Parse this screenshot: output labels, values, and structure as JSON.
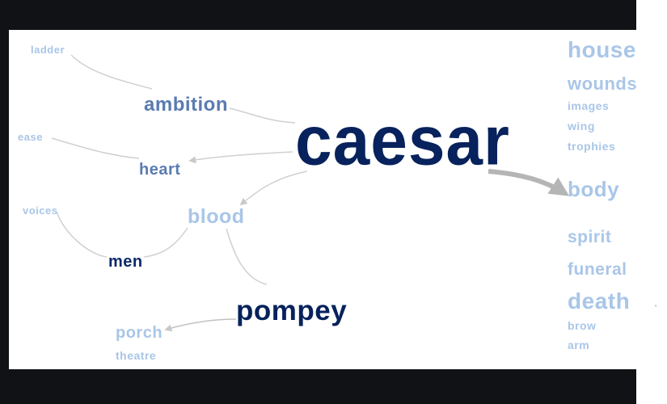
{
  "diagram": {
    "center_word": "caesar",
    "words": {
      "ladder": "ladder",
      "ambition": "ambition",
      "ease": "ease",
      "heart": "heart",
      "voices": "voices",
      "blood": "blood",
      "men": "men",
      "pompey": "pompey",
      "porch": "porch",
      "theatre": "theatre",
      "house": "house",
      "wounds": "wounds",
      "images": "images",
      "wing": "wing",
      "trophies": "trophies",
      "body": "body",
      "spirit": "spirit",
      "funeral": "funeral",
      "death": "death",
      "brow": "brow",
      "arm": "arm"
    },
    "colors": {
      "frame": "#101216",
      "light_word": "#a9c6e8",
      "mid_word": "#5a7bb1",
      "dark_word": "#0d2a6b",
      "link": "#c8c8c8",
      "arrow": "#b5b5b5"
    }
  }
}
